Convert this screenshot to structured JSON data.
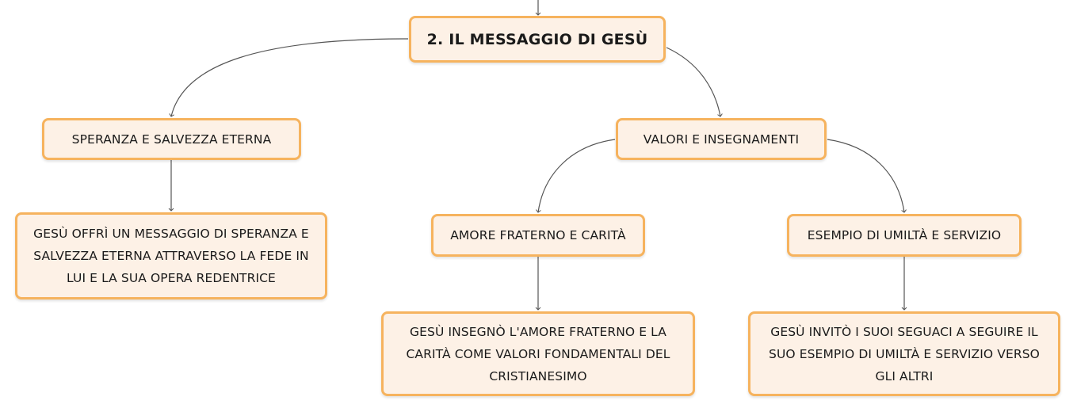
{
  "mindmap": {
    "root": {
      "label": "2. IL MESSAGGIO DI GESÙ"
    },
    "branches": [
      {
        "label": "SPERANZA E SALVEZZA ETERNA",
        "children": [
          {
            "label": "GESÙ OFFRÌ UN MESSAGGIO DI SPERANZA E SALVEZZA ETERNA ATTRAVERSO LA FEDE IN LUI E LA SUA OPERA REDENTRICE"
          }
        ]
      },
      {
        "label": "VALORI E INSEGNAMENTI",
        "children": [
          {
            "label": "AMORE FRATERNO E CARITÀ",
            "children": [
              {
                "label": "GESÙ INSEGNÒ L'AMORE FRATERNO E LA CARITÀ COME VALORI FONDAMENTALI DEL CRISTIANESIMO"
              }
            ]
          },
          {
            "label": "ESEMPIO DI UMILTÀ E SERVIZIO",
            "children": [
              {
                "label": "GESÙ INVITÒ I SUOI SEGUACI A SEGUIRE IL SUO ESEMPIO DI UMILTÀ E SERVIZIO VERSO GLI ALTRI"
              }
            ]
          }
        ]
      }
    ]
  },
  "colors": {
    "node_fill": "#fdf1e6",
    "node_border": "#f6b35e",
    "connector": "#555555",
    "text": "#1a1a1a"
  }
}
